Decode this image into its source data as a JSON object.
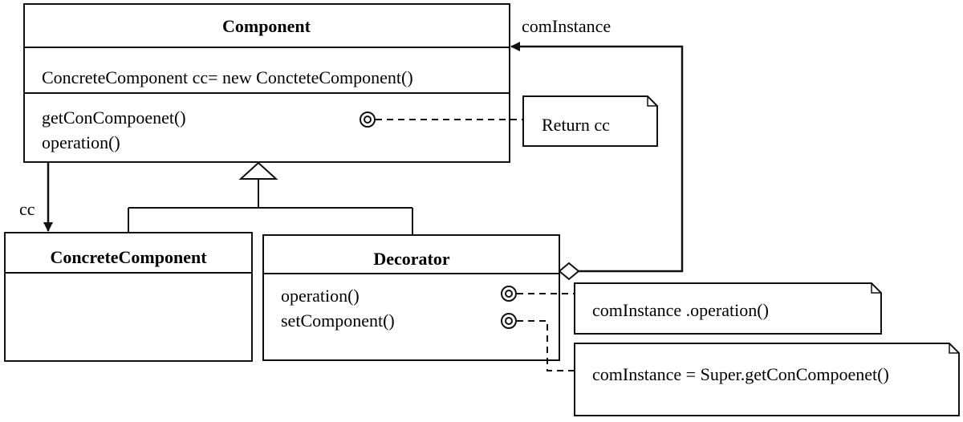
{
  "classes": {
    "component": {
      "name": "Component",
      "attributes": [
        "ConcreteComponent cc= new ConcteteComponent()"
      ],
      "methods": [
        "getConCompoenet()",
        "operation()"
      ]
    },
    "concrete_component": {
      "name": "ConcreteComponent"
    },
    "decorator": {
      "name": "Decorator",
      "methods": [
        "operation()",
        "setComponent()"
      ]
    }
  },
  "notes": {
    "return_cc": "Return cc",
    "operation_call": "comInstance .operation()",
    "set_component": "comInstance = Super.getConCompoenet()"
  },
  "relations": {
    "cc_label": "cc",
    "com_instance_label": "comInstance"
  }
}
